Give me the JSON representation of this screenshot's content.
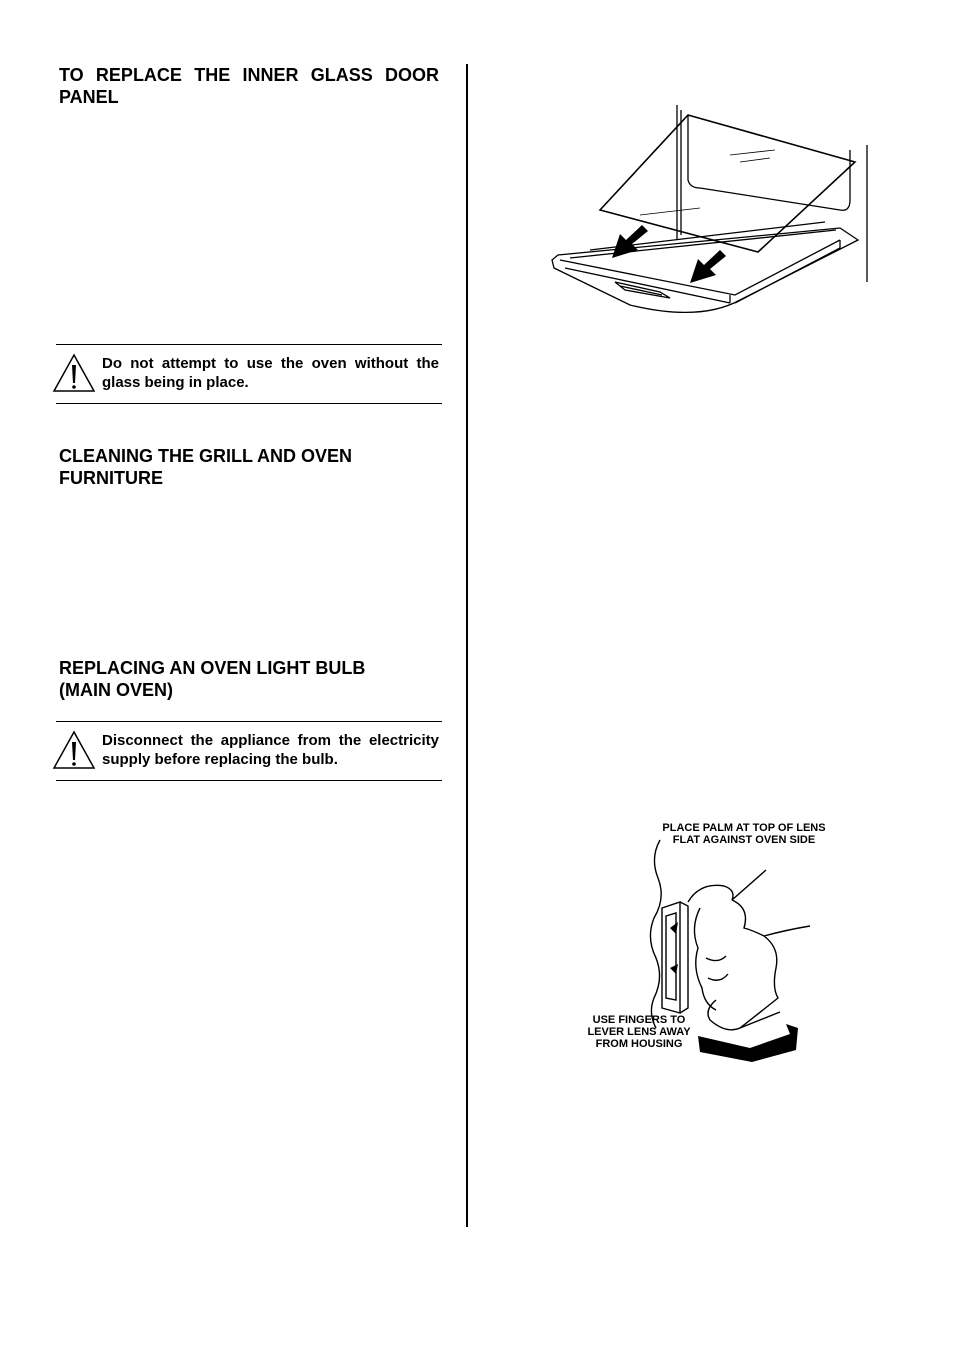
{
  "sections": {
    "inner_glass": {
      "heading": "TO REPLACE THE INNER GLASS DOOR PANEL",
      "warning": "Do not attempt to use the oven without the glass being in place."
    },
    "grill_furniture": {
      "heading": "CLEANING THE GRILL AND OVEN FURNITURE"
    },
    "light_bulb": {
      "heading_line1": "REPLACING AN OVEN LIGHT BULB",
      "heading_line2": "(MAIN OVEN)",
      "warning": "Disconnect the appliance from the electricity supply before replacing the bulb."
    }
  },
  "figures": {
    "glass_panel": {
      "icon": "glass-door-panel-illustration"
    },
    "lens_removal": {
      "label_top_line1": "PLACE PALM AT TOP OF LENS",
      "label_top_line2": "FLAT AGAINST OVEN SIDE",
      "label_bottom_line1": "USE FINGERS TO",
      "label_bottom_line2": "LEVER LENS AWAY",
      "label_bottom_line3": "FROM HOUSING"
    }
  }
}
